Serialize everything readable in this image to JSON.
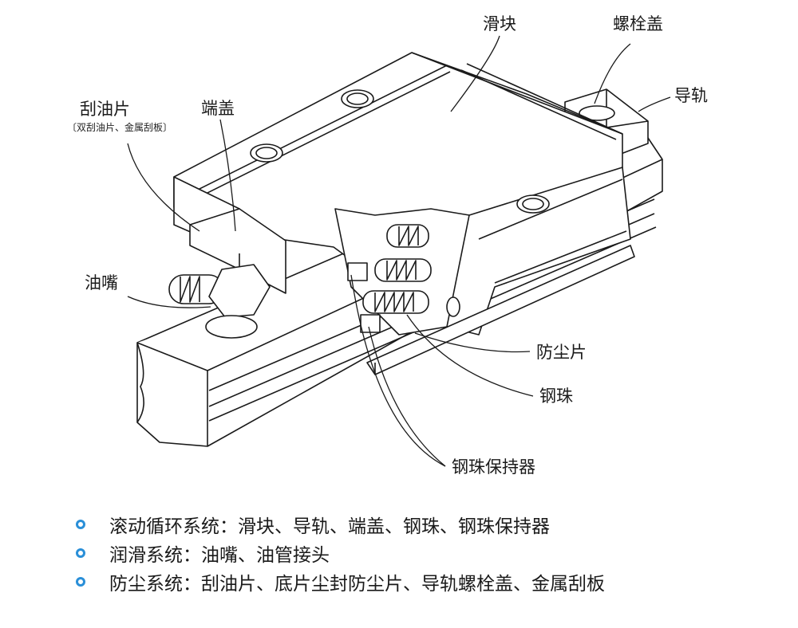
{
  "labels": {
    "slider": "滑块",
    "bolt_cap": "螺栓盖",
    "rail": "导轨",
    "scraper": "刮油片",
    "scraper_note": "〔双刮油片、金属刮板〕",
    "end_cap": "端盖",
    "grease_nipple": "油嘴",
    "dust_strip": "防尘片",
    "steel_ball": "钢珠",
    "ball_retainer": "钢珠保持器"
  },
  "bullets": [
    "滚动循环系统：滑块、导轨、端盖、钢珠、钢珠保持器",
    "润滑系统：油嘴、油管接头",
    "防尘系统：刮油片、底片尘封防尘片、导轨螺栓盖、金属刮板"
  ],
  "colors": {
    "bullet_ring": "#2a8fd8",
    "line": "#1a1a1a"
  }
}
